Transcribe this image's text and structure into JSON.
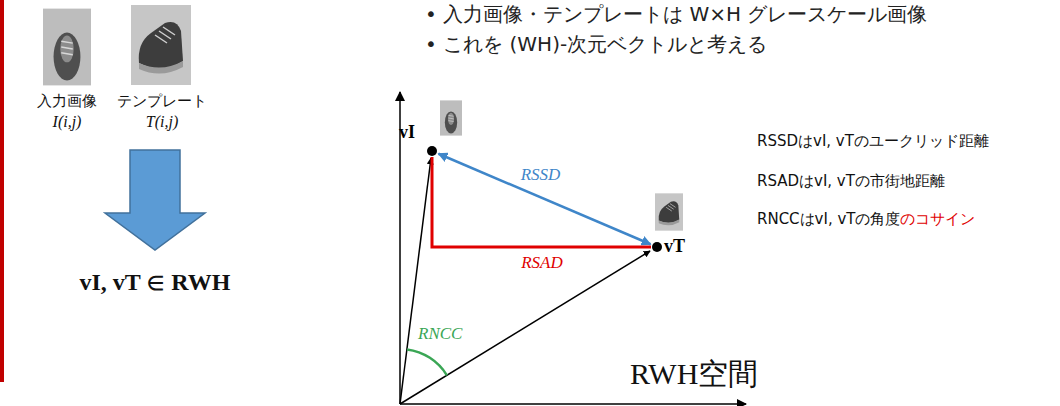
{
  "diagram": {
    "nodes": [
      {
        "text": [
          "vI"
        ]
      },
      {
        "text": [
          "vT"
        ]
      }
    ],
    "edges": [
      {
        "from": 0,
        "to": 1,
        "arrow": "both",
        "label": "RSSD"
      },
      {
        "from": 0,
        "to": 1,
        "arrow": "none",
        "label": "RSAD"
      }
    ],
    "labels": [
      "• 入力画像・テンプレートは W×H グレースケール画像",
      "• これを (WH)-次元ベクトルと考える",
      "入力画像",
      "I(i,j)",
      "テンプレート",
      "T(i,j)",
      "vI, vT ∈ RWH",
      "RSSDはvI, vTのユークリッド距離",
      "RSADはvI, vTの市街地距離",
      "RNCCはvI, vTの角度",
      "のコサイン",
      "RNCC",
      "RWH空間"
    ]
  }
}
